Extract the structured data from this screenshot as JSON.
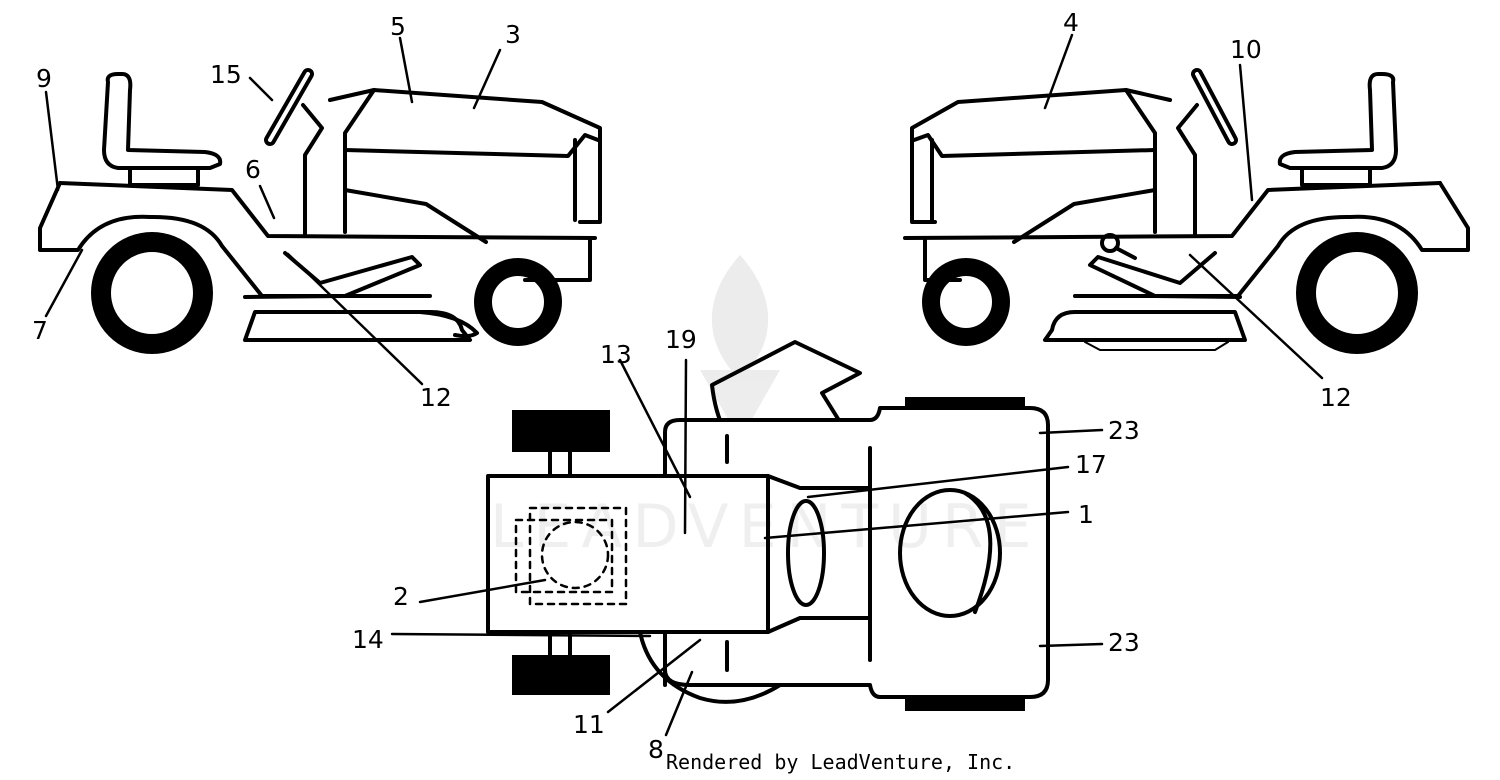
{
  "watermark": {
    "text": "LEADVENTURE"
  },
  "credit": {
    "text": "Rendered by LeadVenture, Inc."
  },
  "callouts": {
    "c1": "1",
    "c2": "2",
    "c3": "3",
    "c4": "4",
    "c5": "5",
    "c6": "6",
    "c7": "7",
    "c8": "8",
    "c9": "9",
    "c10": "10",
    "c11": "11",
    "c12_left": "12",
    "c12_right": "12",
    "c13": "13",
    "c14": "14",
    "c15": "15",
    "c17": "17",
    "c19": "19",
    "c23_top": "23",
    "c23_bottom": "23"
  },
  "colors": {
    "ink": "#000000",
    "paper": "#ffffff"
  }
}
